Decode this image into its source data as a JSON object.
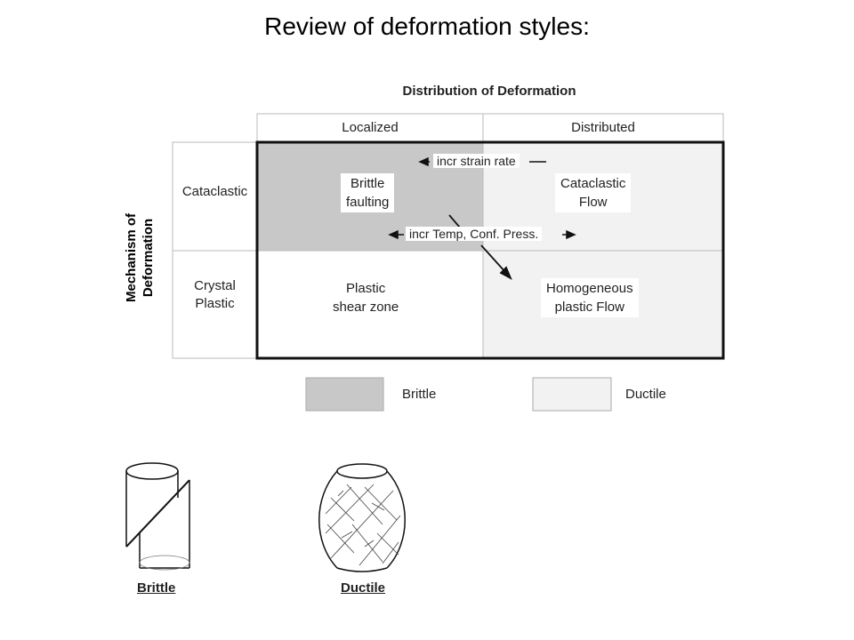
{
  "title": "Review of deformation styles:",
  "distribution_header": "Distribution of Deformation",
  "columns": [
    "Localized",
    "Distributed"
  ],
  "mechanism_header": [
    "Mechanism of",
    "Deformation"
  ],
  "rows": [
    {
      "label": [
        "Cataclastic"
      ],
      "cells": [
        [
          "Brittle",
          "faulting"
        ],
        [
          "Cataclastic",
          "Flow"
        ]
      ]
    },
    {
      "label": [
        "Crystal",
        "Plastic"
      ],
      "cells": [
        [
          "Plastic",
          "shear zone"
        ],
        [
          "Homogeneous",
          "plastic Flow"
        ]
      ]
    }
  ],
  "arrows": {
    "strain_rate": "incr strain rate",
    "temp_press": "incr Temp, Conf. Press."
  },
  "legend": {
    "brittle": "Brittle",
    "ductile": "Ductile",
    "brittle_color": "#c8c8c8",
    "ductile_color": "#f2f2f2"
  },
  "figures": {
    "brittle": "Brittle",
    "ductile": "Ductile"
  }
}
